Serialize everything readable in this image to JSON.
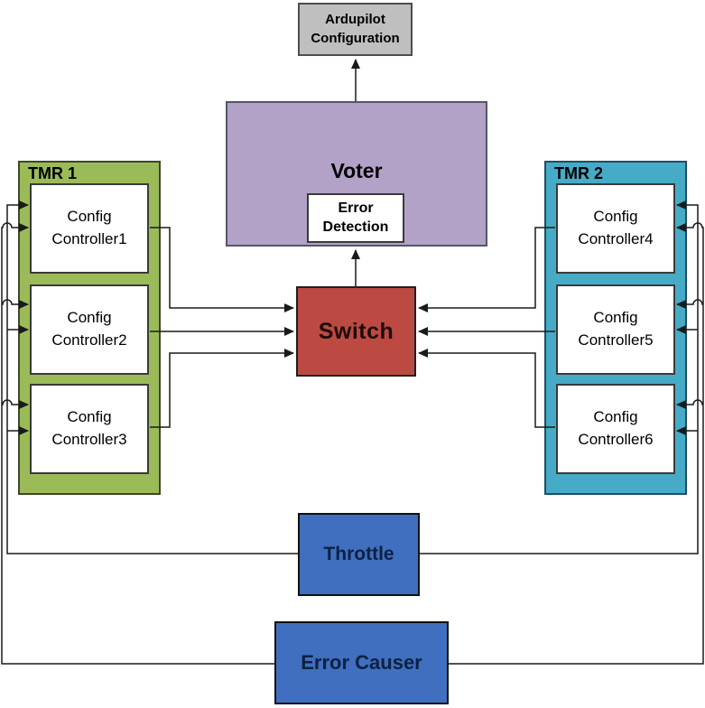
{
  "diagram": {
    "nodes": {
      "ardupilot_config": {
        "label": "Ardupilot Configuration"
      },
      "voter": {
        "label": "Voter"
      },
      "error_detection": {
        "label": "Error Detection"
      },
      "switch": {
        "label": "Switch"
      },
      "tmr1": {
        "label": "TMR 1",
        "controllers": [
          {
            "label": "Config Controller1"
          },
          {
            "label": "Config Controller2"
          },
          {
            "label": "Config Controller3"
          }
        ]
      },
      "tmr2": {
        "label": "TMR 2",
        "controllers": [
          {
            "label": "Config Controller4"
          },
          {
            "label": "Config Controller5"
          },
          {
            "label": "Config Controller6"
          }
        ]
      },
      "throttle": {
        "label": "Throttle"
      },
      "error_causer": {
        "label": "Error Causer"
      }
    },
    "edges": [
      {
        "from": "Voter",
        "to": "Ardupilot Configuration"
      },
      {
        "from": "Switch",
        "to": "Error Detection"
      },
      {
        "from": "Config Controller1",
        "to": "Switch"
      },
      {
        "from": "Config Controller2",
        "to": "Switch"
      },
      {
        "from": "Config Controller3",
        "to": "Switch"
      },
      {
        "from": "Config Controller4",
        "to": "Switch"
      },
      {
        "from": "Config Controller5",
        "to": "Switch"
      },
      {
        "from": "Config Controller6",
        "to": "Switch"
      },
      {
        "from": "Throttle",
        "to": "Config Controller1"
      },
      {
        "from": "Throttle",
        "to": "Config Controller2"
      },
      {
        "from": "Throttle",
        "to": "Config Controller3"
      },
      {
        "from": "Throttle",
        "to": "Config Controller4"
      },
      {
        "from": "Throttle",
        "to": "Config Controller5"
      },
      {
        "from": "Throttle",
        "to": "Config Controller6"
      },
      {
        "from": "Error Causer",
        "to": "Config Controller1"
      },
      {
        "from": "Error Causer",
        "to": "Config Controller2"
      },
      {
        "from": "Error Causer",
        "to": "Config Controller3"
      },
      {
        "from": "Error Causer",
        "to": "Config Controller4"
      },
      {
        "from": "Error Causer",
        "to": "Config Controller5"
      },
      {
        "from": "Error Causer",
        "to": "Config Controller6"
      }
    ],
    "colors": {
      "ardupilot_fill": "#bfbfbf",
      "voter_fill": "#b2a2c7",
      "switch_fill": "#bc4a42",
      "tmr1_fill": "#9bbb59",
      "tmr2_fill": "#46abc6",
      "throttle_fill": "#3f6fbe",
      "error_causer_fill": "#3f6fbe",
      "wire": "#1a1a1a"
    }
  }
}
